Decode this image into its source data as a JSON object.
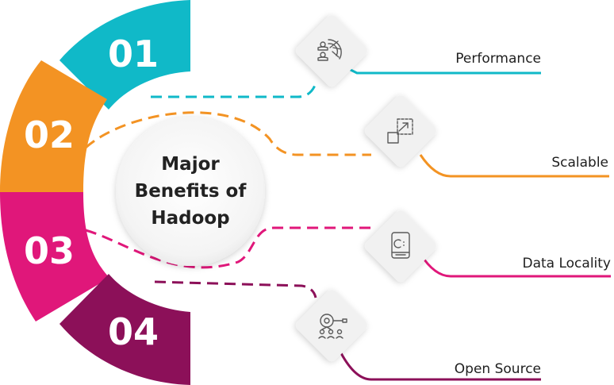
{
  "center": {
    "lines": [
      "Major",
      "Benefits of",
      "Hadoop"
    ]
  },
  "segments": [
    {
      "number": "01",
      "color": "#10b9c8"
    },
    {
      "number": "02",
      "color": "#f39323"
    },
    {
      "number": "03",
      "color": "#e0177a"
    },
    {
      "number": "04",
      "color": "#8c1059"
    }
  ],
  "benefits": [
    {
      "label": "Performance",
      "icon": "performance-gauge-icon",
      "color": "#10b9c8"
    },
    {
      "label": "Scalable",
      "icon": "scale-resize-icon",
      "color": "#f39323"
    },
    {
      "label": "Data Locality",
      "icon": "local-drive-icon",
      "color": "#e0177a"
    },
    {
      "label": "Open Source",
      "icon": "open-source-network-icon",
      "color": "#8c1059"
    }
  ]
}
